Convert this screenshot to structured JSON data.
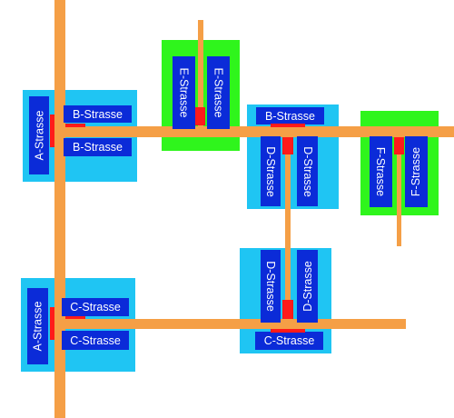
{
  "colors": {
    "road": "#f59f46",
    "zone_cyan": "#1fc5f3",
    "zone_green": "#2ff51c",
    "sign": "#0b2bd8",
    "marker": "#ff1a1a",
    "text": "#ffffff"
  },
  "signs": {
    "a_upper": "A-Strasse",
    "b_upper_top": "B-Strasse",
    "b_upper_bottom": "B-Strasse",
    "e_left": "E-Strasse",
    "e_right": "E-Strasse",
    "b_mid": "B-Strasse",
    "d_upper_left": "D-Strasse",
    "d_upper_right": "D-Strasse",
    "f_left": "F-Strasse",
    "f_right": "F-Strasse",
    "a_lower": "A-Strasse",
    "c_lower_top": "C-Strasse",
    "c_lower_bottom": "C-Strasse",
    "d_lower_left": "D-Strasse",
    "d_lower_right": "D-Strasse",
    "c_lower_right": "C-Strasse"
  }
}
